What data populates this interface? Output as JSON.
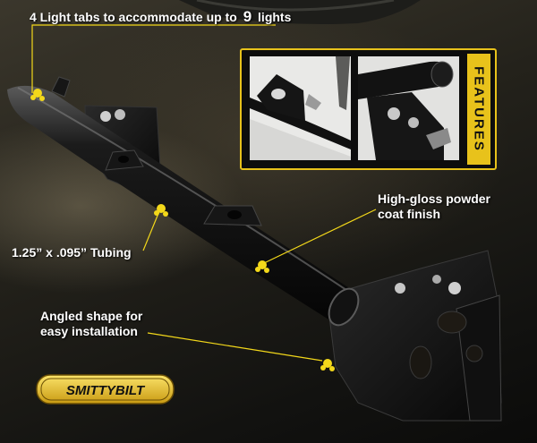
{
  "callouts": {
    "tabs_prefix": "4 Light tabs to accommodate up to",
    "tabs_number": "9",
    "tabs_suffix": "lights",
    "finish_line1": "High-gloss powder",
    "finish_line2": "coat finish",
    "tubing": "1.25” x .095” Tubing",
    "angled_line1": "Angled shape for",
    "angled_line2": "easy installation"
  },
  "features_label": "FEATURES",
  "brand": "SMITTYBILT",
  "colors": {
    "accent_yellow": "#e8c21b",
    "callout_dot": "#f3d81a",
    "bar_black": "#0b0b0b"
  },
  "icons": [
    "callout-dot-icon"
  ]
}
